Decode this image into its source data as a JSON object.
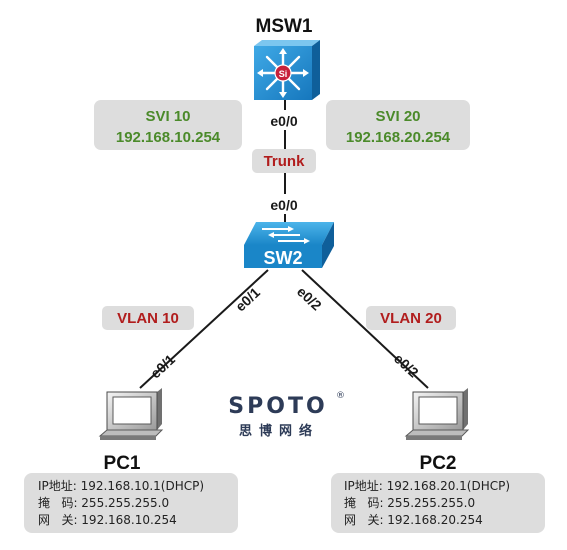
{
  "devices": {
    "msw1": {
      "name": "MSW1",
      "badge": "Si"
    },
    "sw2": {
      "name": "SW2"
    },
    "pc1": {
      "name": "PC1"
    },
    "pc2": {
      "name": "PC2"
    }
  },
  "ports": {
    "msw1_e00": "e0/0",
    "sw2_e00": "e0/0",
    "sw2_e01": "e0/1",
    "sw2_e02": "e0/2",
    "pc1_e01": "e0/1",
    "pc2_e02": "e0/2"
  },
  "links": {
    "trunk": "Trunk",
    "vlan10": "VLAN 10",
    "vlan20": "VLAN 20"
  },
  "svi": {
    "svi10": {
      "name": "SVI 10",
      "ip": "192.168.10.254"
    },
    "svi20": {
      "name": "SVI 20",
      "ip": "192.168.20.254"
    }
  },
  "pc1_info": {
    "ip": "IP地址: 192.168.10.1(DHCP)",
    "mask": "掩   码: 255.255.255.0",
    "gateway": "网   关: 192.168.10.254"
  },
  "pc2_info": {
    "ip": "IP地址: 192.168.20.1(DHCP)",
    "mask": "掩   码: 255.255.255.0",
    "gateway": "网   关: 192.168.20.254"
  },
  "logo": {
    "main": "SPOTO",
    "sub": "思博网络",
    "reg": "®"
  },
  "colors": {
    "svi_text": "#4b8a2a",
    "vlan_text": "#b11d1d",
    "label_bg": "#dddddd",
    "switch_blue": "#1a86c8"
  }
}
